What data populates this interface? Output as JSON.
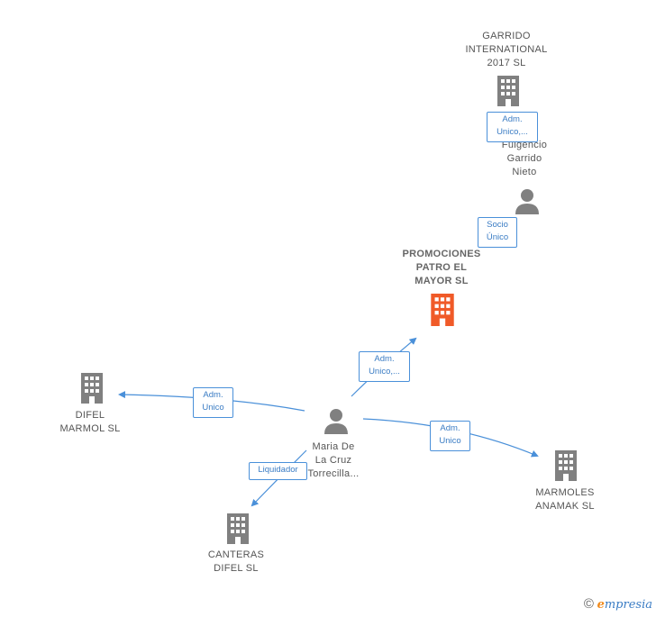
{
  "nodes": {
    "garrido_int": {
      "label": "GARRIDO\nINTERNATIONAL\n2017  SL",
      "type": "company",
      "color": "#808080"
    },
    "fulgencio": {
      "label": "Fulgencio\nGarrido\nNieto",
      "type": "person",
      "color": "#808080"
    },
    "promociones": {
      "label": "PROMOCIONES\nPATRO EL\nMAYOR  SL",
      "type": "company",
      "color": "#f05a28",
      "focus": true
    },
    "maria": {
      "label": "Maria De\nLa Cruz\nTorrecilla...",
      "type": "person",
      "color": "#808080"
    },
    "difel_marmol": {
      "label": "DIFEL\nMARMOL SL",
      "type": "company",
      "color": "#808080"
    },
    "marmoles": {
      "label": "MARMOLES\nANAMAK SL",
      "type": "company",
      "color": "#808080"
    },
    "canteras": {
      "label": "CANTERAS\nDIFEL SL",
      "type": "company",
      "color": "#808080"
    }
  },
  "roles": {
    "r1": "Adm.\nUnico,...",
    "r2": "Socio\nÚnico",
    "r3": "Adm.\nUnico,...",
    "r4": "Adm.\nUnico",
    "r5": "Adm.\nUnico",
    "r6": "Liquidador"
  },
  "edge_color": "#4a90d9",
  "brand": {
    "copyright": "©",
    "e": "e",
    "rest": "mpresia"
  }
}
